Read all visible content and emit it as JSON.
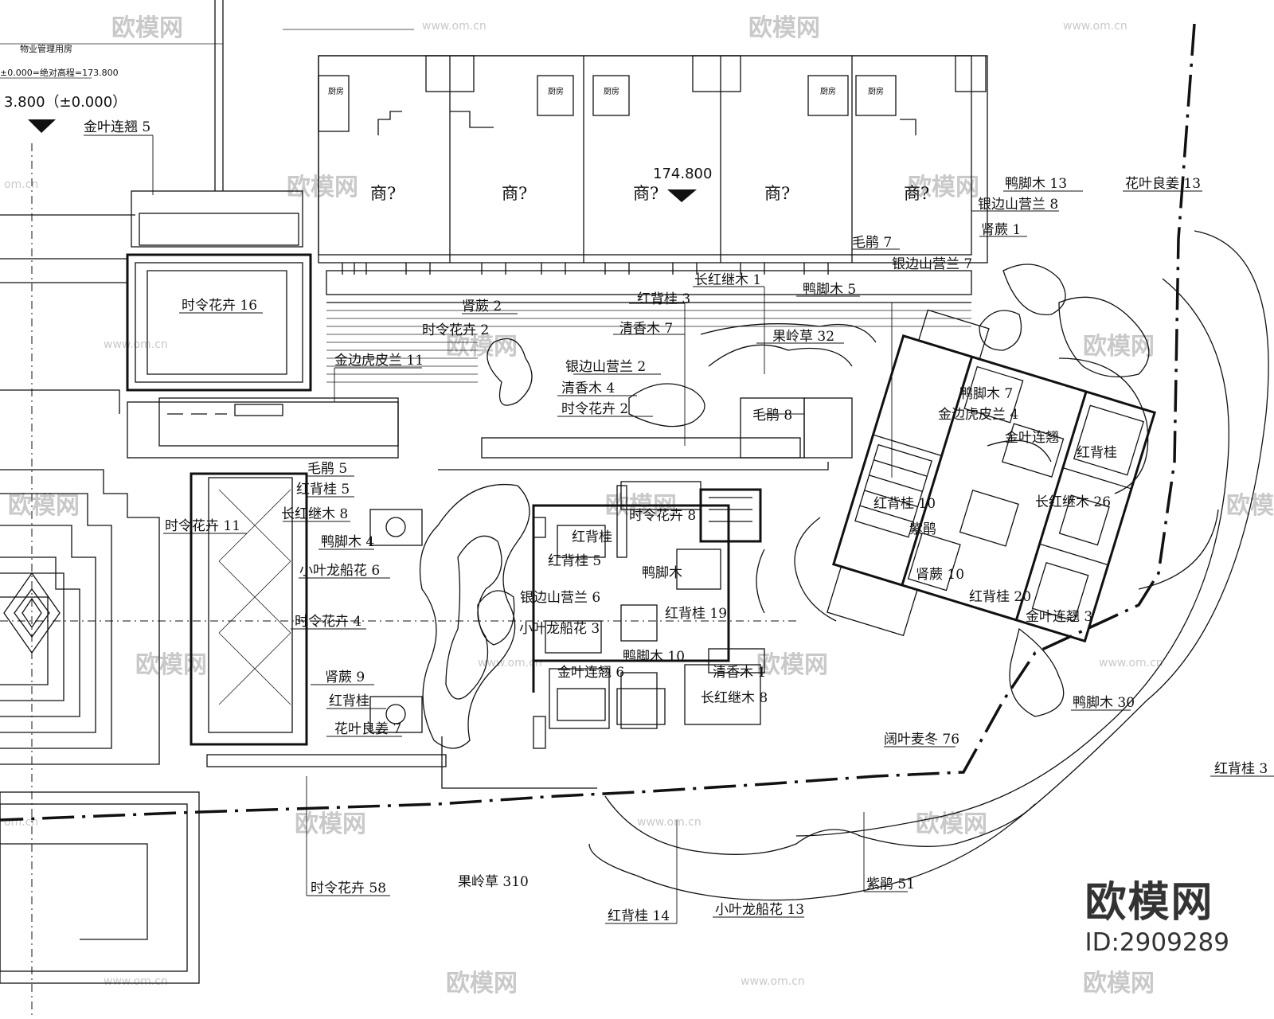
{
  "top_left": {
    "building_note": "物业管理用房",
    "elev_note": "±0.000=绝对高程=173.800",
    "elev_main": "3.800（±0.000）"
  },
  "shops": {
    "label": "商?",
    "elevation": "174.800",
    "kitchen": "厨房"
  },
  "plant_labels": [
    "金叶连翘 5",
    "时令花卉 16",
    "金边虎皮兰 11",
    "时令花卉 11",
    "毛鹃 5",
    "红背桂 5",
    "长红继木 8",
    "鸭脚木 4",
    "小叶龙船花 6",
    "时令花卉 4",
    "肾蕨 9",
    "红背桂",
    "花叶良姜 7",
    "肾蕨 2",
    "时令花卉 2",
    "银边山营兰 2",
    "清香木 4",
    "时令花卉 2",
    "红背桂 3",
    "清香木 7",
    "长红继木 1",
    "鸭脚木 5",
    "果岭草 32",
    "毛鹃 8",
    "毛鹃 7",
    "银边山营兰 7",
    "鸭脚木 13",
    "银边山营兰 8",
    "肾蕨 1",
    "花叶良姜 13",
    "鸭脚木 7",
    "金边虎皮兰 4",
    "金叶连翘",
    "红背桂",
    "长红继木 26",
    "红背桂 10",
    "紫鹃",
    "肾蕨 10",
    "红背桂 20",
    "金叶连翘 3",
    "银边山营兰 6",
    "时令花卉 8",
    "红背桂",
    "红背桂 5",
    "鸭脚木",
    "小叶龙船花 3",
    "红背桂 19",
    "鸭脚木 10",
    "金叶连翘 6",
    "清香木 1",
    "长红继木 8",
    "阔叶麦冬 76",
    "鸭脚木 30",
    "红背桂 3",
    "时令花卉 58",
    "果岭草 310",
    "红背桂 14",
    "小叶龙船花 13",
    "紫鹃 51"
  ],
  "watermark": {
    "brand": "欧模网",
    "url": "www.om.cn",
    "short_url": "om.cn",
    "id": "ID:2909289"
  }
}
